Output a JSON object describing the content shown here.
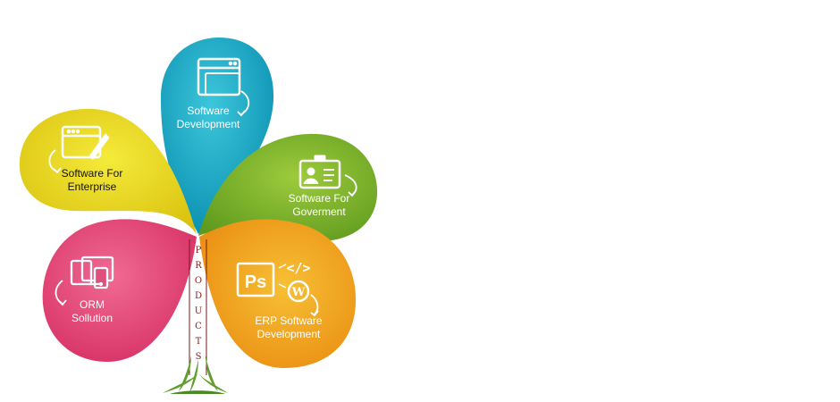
{
  "petals": {
    "software_development": {
      "line1": "Software",
      "line2": "Development",
      "color": "#12a9c4",
      "icon": "browser-window-icon"
    },
    "software_enterprise": {
      "line1": "Software For",
      "line2": "Enterprise",
      "color": "#e9d520",
      "icon": "edit-window-icon"
    },
    "software_government": {
      "line1": "Software For",
      "line2": "Goverment",
      "color": "#7fb42a",
      "icon": "id-card-icon"
    },
    "erp_software": {
      "line1": "ERP Software",
      "line2": "Development",
      "color": "#f2a61a",
      "icon": "photoshop-code-wordpress-icon"
    },
    "orm_solution": {
      "line1": "ORM",
      "line2": "Sollution",
      "color": "#e6457a",
      "icon": "multi-device-icon"
    }
  },
  "stem": {
    "label_letters": [
      "P",
      "R",
      "O",
      "D",
      "U",
      "C",
      "T",
      "S"
    ]
  },
  "colors": {
    "stem": "#7a1a1a",
    "grass": "#6aa83a"
  }
}
